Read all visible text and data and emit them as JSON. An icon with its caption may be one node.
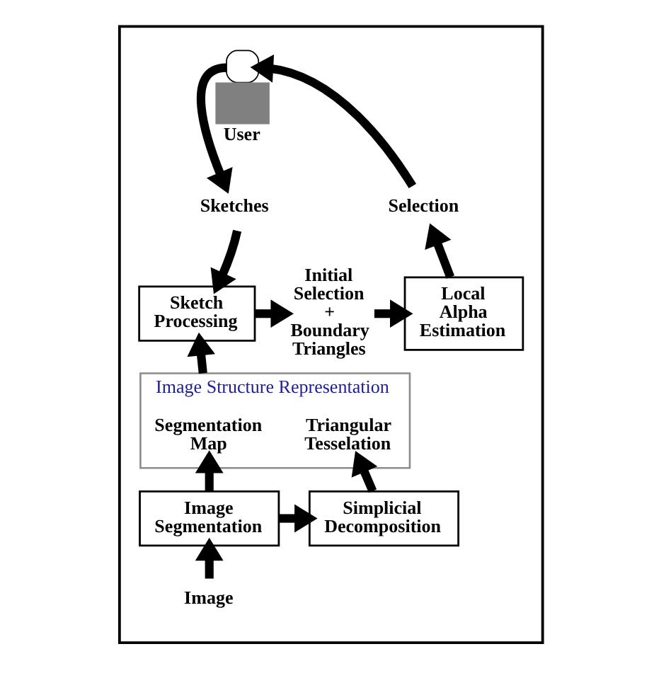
{
  "diagram": {
    "nodes": [
      {
        "text": [],
        "shape": "box"
      },
      {
        "text": [],
        "shape": "person",
        "beside": [
          "User"
        ],
        "in": 0
      },
      {
        "text": [
          "Sketches"
        ],
        "in": 0
      },
      {
        "text": [
          "Selection"
        ],
        "in": 0
      },
      {
        "text": [
          "Sketch Processing"
        ],
        "in": 0
      },
      {
        "text": [
          "Initial Selection + Boundary Triangles"
        ],
        "in": 0
      },
      {
        "text": [
          "Local Alpha Estimation"
        ],
        "in": 0
      },
      {
        "text": [
          "Image Structure Representation"
        ],
        "in": 0
      },
      {
        "text": [
          "Segmentation Map"
        ],
        "in": 7
      },
      {
        "text": [
          "Triangular Tesselation"
        ],
        "in": 7
      },
      {
        "text": [
          "Image Segmentation"
        ],
        "in": 0
      },
      {
        "text": [
          "Simplicial Decomposition"
        ],
        "in": 0
      },
      {
        "text": [
          "Image"
        ],
        "in": 0
      }
    ],
    "edges": [
      {
        "from": 1,
        "to": 2,
        "arrow": "to"
      },
      {
        "from": 2,
        "to": 4,
        "arrow": "to"
      },
      {
        "from": 4,
        "to": 5,
        "arrow": "to"
      },
      {
        "from": 5,
        "to": 6,
        "arrow": "to"
      },
      {
        "from": 6,
        "to": 3,
        "arrow": "to"
      },
      {
        "from": 3,
        "to": 1,
        "arrow": "to"
      },
      {
        "from": 7,
        "to": 4,
        "arrow": "to"
      },
      {
        "from": 10,
        "to": 8,
        "arrow": "to"
      },
      {
        "from": 10,
        "to": 11,
        "arrow": "to"
      },
      {
        "from": 11,
        "to": 9,
        "arrow": "to"
      },
      {
        "from": 12,
        "to": 10,
        "arrow": "to"
      }
    ]
  }
}
